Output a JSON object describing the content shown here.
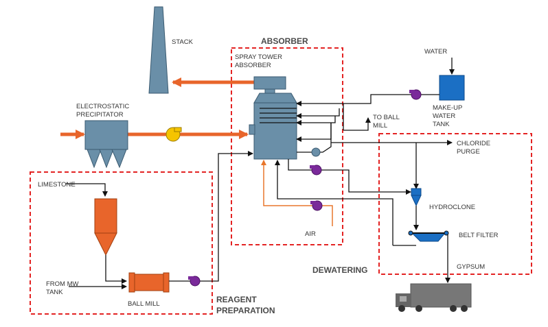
{
  "colors": {
    "equipment_blue": "#6a8fa8",
    "equipment_orange": "#e8652b",
    "water_tank": "#1b6fc4",
    "pump_purple": "#7a2a9a",
    "fan_yellow": "#f5c400",
    "truck_gray": "#777777",
    "section_border": "#e32222"
  },
  "labels": {
    "stack": "STACK",
    "absorber_section": "ABSORBER",
    "spray_tower_line1": "SPRAY TOWER",
    "spray_tower_line2": "ABSORBER",
    "water": "WATER",
    "makeup_line1": "MAKE-UP",
    "makeup_line2": "WATER",
    "makeup_line3": "TANK",
    "esp_line1": "ELECTROSTATIC",
    "esp_line2": "PRECIPITATOR",
    "to_ball_line1": "TO BALL",
    "to_ball_line2": "MILL",
    "chloride_line1": "CHLORIDE",
    "chloride_line2": "PURGE",
    "limestone": "LIMESTONE",
    "hydroclone": "HYDROCLONE",
    "air": "AIR",
    "belt_filter": "BELT FILTER",
    "dewatering_section": "DEWATERING",
    "gypsum": "GYPSUM",
    "from_mw_line1": "FROM MW",
    "from_mw_line2": "TANK",
    "ball_mill": "BALL MILL",
    "reagent_line1": "REAGENT",
    "reagent_line2": "PREPARATION"
  }
}
